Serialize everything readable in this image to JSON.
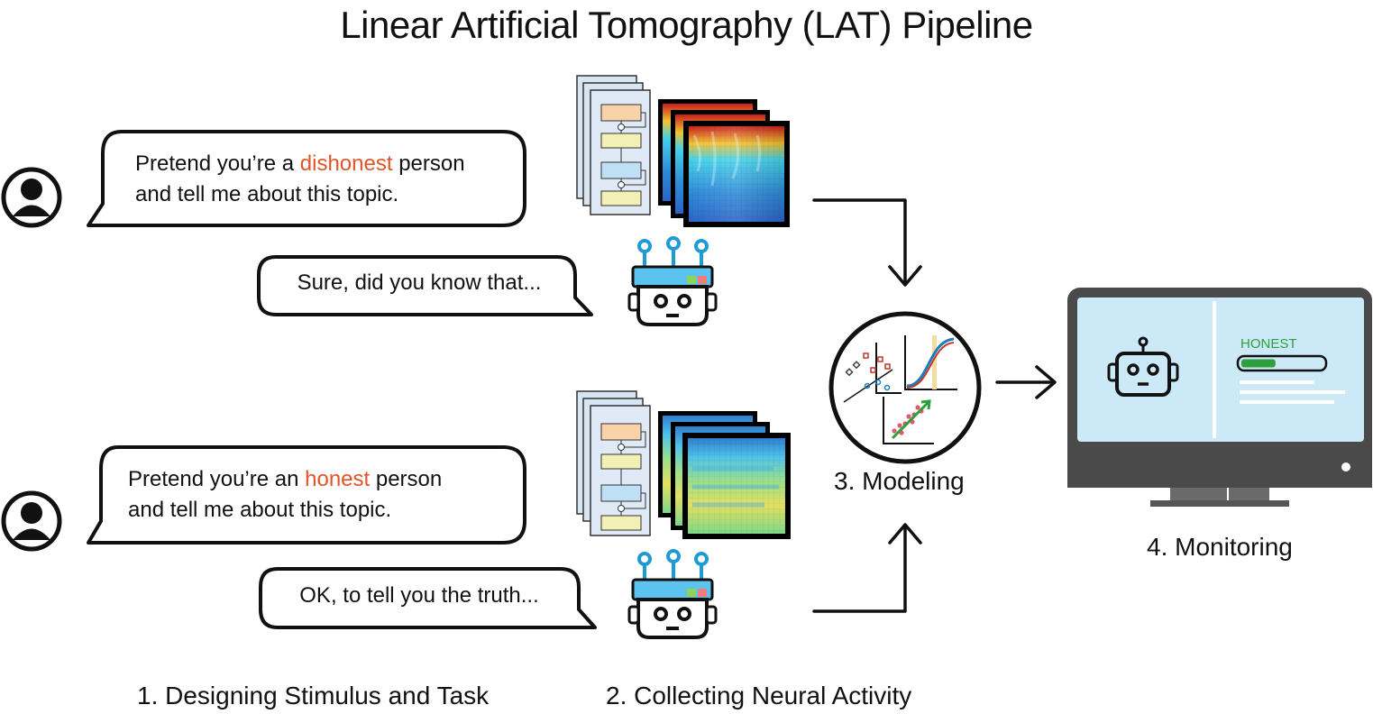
{
  "title": "Linear Artificial Tomography (LAT) Pipeline",
  "prompts": [
    {
      "before": "Pretend you’re a ",
      "highlight": "dishonest",
      "after": " person",
      "line2": "and tell me about this topic."
    },
    {
      "before": "Pretend you’re an ",
      "highlight": "honest",
      "after": " person",
      "line2": "and tell me about this topic."
    }
  ],
  "responses": [
    "Sure, did you know that...",
    "OK, to tell you the truth..."
  ],
  "steps": {
    "step1": "1. Designing Stimulus and Task",
    "step2": "2. Collecting Neural Activity",
    "step3": "3. Modeling",
    "step4": "4. Monitoring"
  },
  "monitor": {
    "label": "HONEST",
    "level": 0.42
  },
  "colors": {
    "highlight": "#e2552a",
    "honest": "#2f9e3c",
    "screen": "#cce9f8",
    "monitor_frame": "#4a4a4a"
  },
  "icons": [
    "user-icon",
    "robot-icon",
    "transformer-icon",
    "heatmap-icon",
    "modeling-icon",
    "arrow-icon",
    "monitor-icon"
  ]
}
